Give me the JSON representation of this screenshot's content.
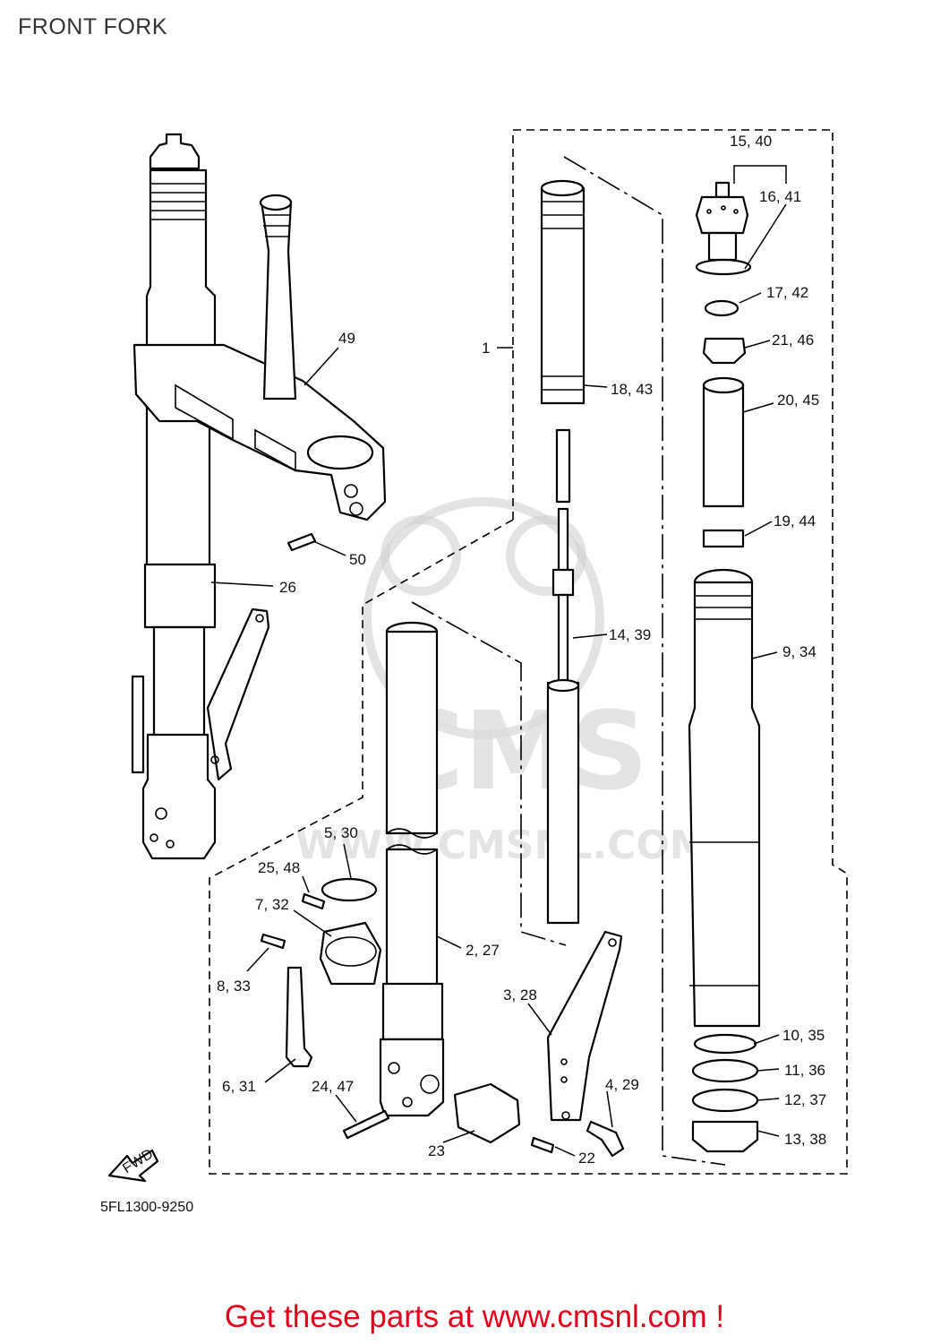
{
  "page": {
    "title": "FRONT FORK",
    "diagram_code": "5FL1300-9250",
    "fwd_label": "FWD"
  },
  "watermark": {
    "brand": "CMS",
    "site": "WWW.CMSNL.COM"
  },
  "footer": {
    "text": "Get these parts at www.cmsnl.com !",
    "color": "#e3001b"
  },
  "callouts": [
    "15, 40",
    "16, 41",
    "17, 42",
    "21, 46",
    "20, 45",
    "19, 44",
    "1",
    "18, 43",
    "14, 39",
    "9, 34",
    "49",
    "50",
    "26",
    "5, 30",
    "25, 48",
    "7, 32",
    "2, 27",
    "8, 33",
    "3, 28",
    "6, 31",
    "24, 47",
    "4, 29",
    "23",
    "22",
    "10, 35",
    "11, 36",
    "12, 37",
    "13, 38"
  ]
}
